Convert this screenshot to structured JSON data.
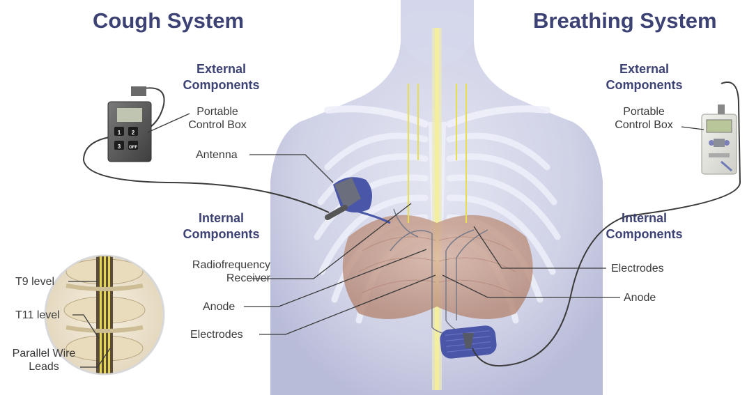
{
  "cough": {
    "title": "Cough System",
    "external": "External Components",
    "internal": "Internal Components",
    "labels": {
      "control_box": "Portable Control Box",
      "antenna": "Antenna",
      "receiver": "Radiofrequency Receiver",
      "anode": "Anode",
      "electrodes": "Electrodes",
      "t9": "T9 level",
      "t11": "T11 level",
      "leads": "Parallel Wire Leads"
    },
    "box_buttons": [
      "1",
      "2",
      "3",
      "OFF"
    ]
  },
  "breathing": {
    "title": "Breathing System",
    "external": "External Components",
    "internal": "Internal Components",
    "labels": {
      "control_box": "Portable Control Box",
      "electrodes": "Electrodes",
      "anode": "Anode"
    }
  },
  "colors": {
    "heading": "#3d4275",
    "body": "#c9cbe3",
    "diaphragm": "#c49a88",
    "device": "#4a56a8",
    "spine": "#e8e0a0"
  }
}
